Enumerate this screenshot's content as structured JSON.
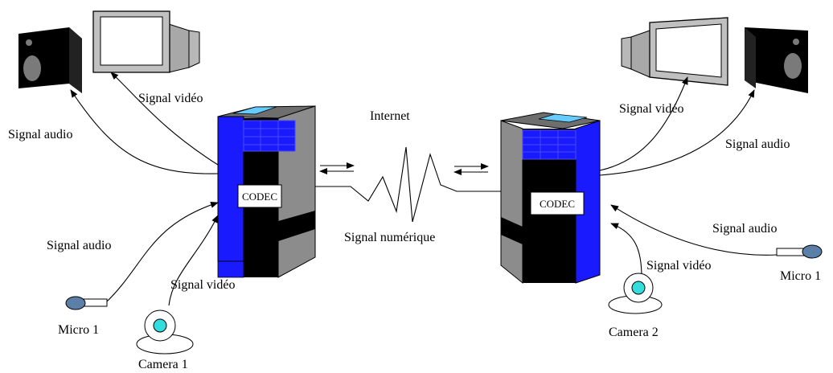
{
  "network": {
    "internet_label": "Internet",
    "signal_label": "Signal numérique"
  },
  "left_station": {
    "codec_label": "CODEC",
    "out_video_label": "Signal vidéo",
    "out_audio_label": "Signal audio",
    "in_audio_label": "Signal audio",
    "in_video_label": "Signal vidéo",
    "micro_label": "Micro 1",
    "camera_label": "Camera 1"
  },
  "right_station": {
    "codec_label": "CODEC",
    "out_video_label": "Signal vidéo",
    "out_audio_label": "Signal audio",
    "in_audio_label": "Signal audio",
    "in_video_label": "Signal vidéo",
    "micro_label": "Micro 1",
    "camera_label": "Camera 2"
  },
  "colors": {
    "tower_blue": "#1a1aff",
    "tower_black": "#000000",
    "tower_grey": "#8c8c8c",
    "tower_top": "#6e6e6e",
    "tower_cyan": "#66ccff",
    "monitor_grey": "#c0c0c0",
    "speaker_cone": "#7a7a7a",
    "camera_cyan": "#33dddd",
    "mic_blue": "#5b7fa6"
  }
}
